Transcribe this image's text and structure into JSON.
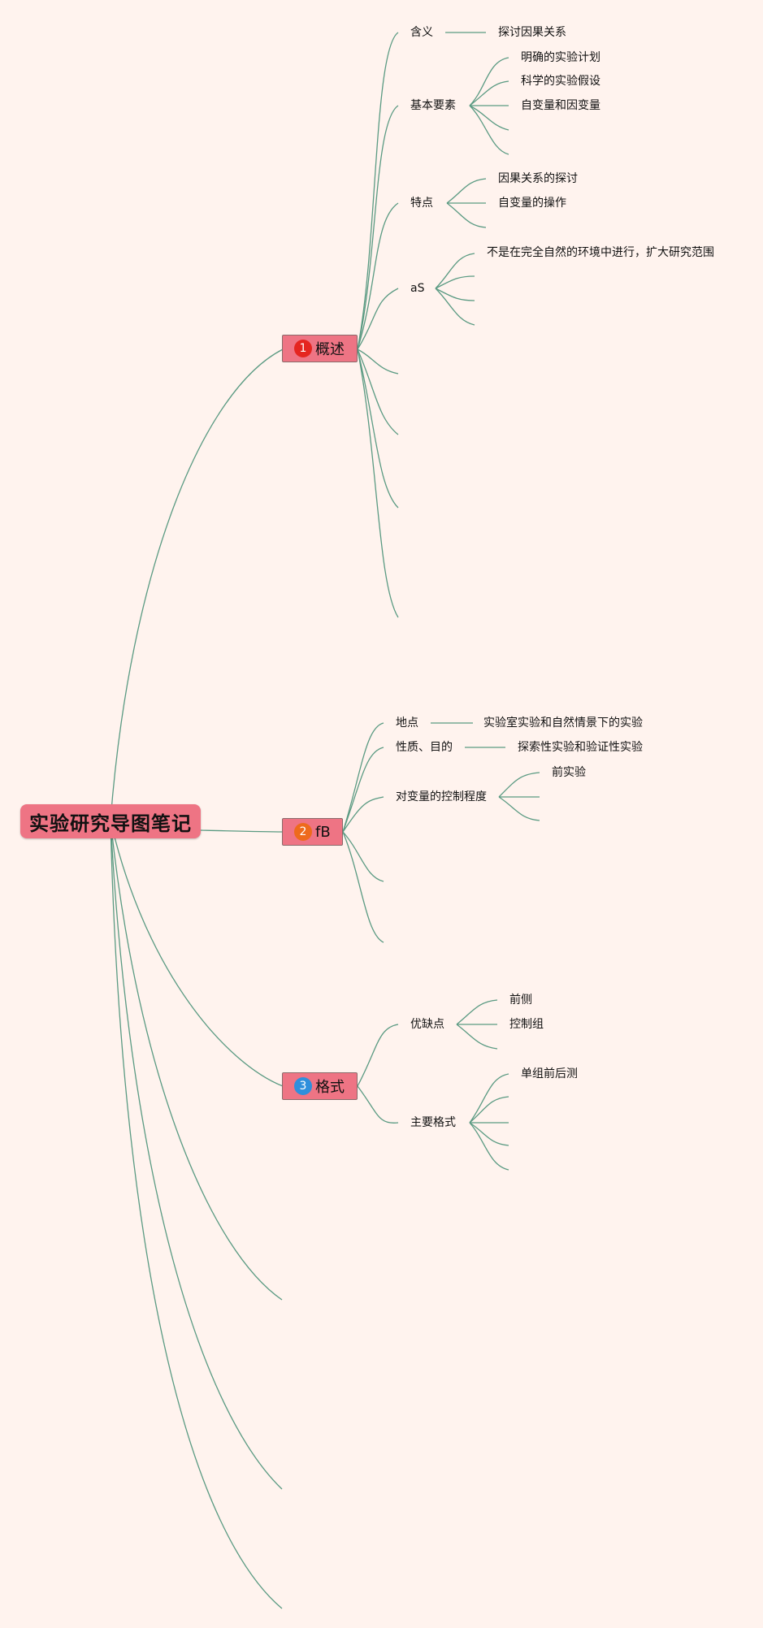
{
  "root": "实验研究导图笔记",
  "topics": [
    {
      "number": "1",
      "label": "概述",
      "badge_color": "#e52520"
    },
    {
      "number": "2",
      "label": "fB",
      "badge_color": "#ee6a1c"
    },
    {
      "number": "3",
      "label": "格式",
      "badge_color": "#2f8fdc"
    }
  ],
  "overview": {
    "meaning": "含义",
    "meaning_detail": "探讨因果关系",
    "elements": "基本要素",
    "elements_items": [
      "明确的实验计划",
      "科学的实验假设",
      "自变量和因变量"
    ],
    "features": "特点",
    "features_items": [
      "因果关系的探讨",
      "自变量的操作"
    ],
    "as": "aS",
    "as_items": [
      "不是在完全自然的环境中进行，扩大研究范围"
    ]
  },
  "types": {
    "location": "地点",
    "location_detail": "实验室实验和自然情景下的实验",
    "nature": "性质、目的",
    "nature_detail": "探索性实验和验证性实验",
    "control": "对变量的控制程度",
    "control_items": [
      "前实验"
    ]
  },
  "format": {
    "pros_cons": "优缺点",
    "pros_cons_items": [
      "前侧",
      "控制组"
    ],
    "main_format": "主要格式",
    "main_format_items": [
      "单组前后测"
    ]
  },
  "colors": {
    "background": "#fff3ee",
    "node_fill": "#ee7484",
    "edge": "#5a9a82"
  }
}
